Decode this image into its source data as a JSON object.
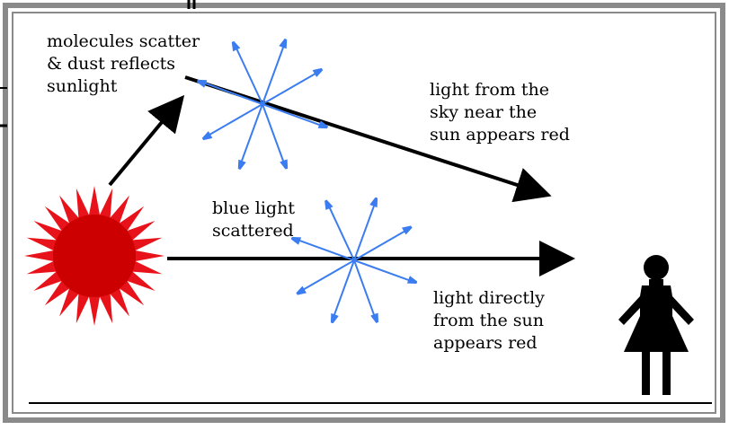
{
  "labels": {
    "molecules": "molecules scatter\n& dust reflects\nsunlight",
    "sky_light": "light from the\nsky near the\nsun appears red",
    "blue_scattered": "blue light\nscattered",
    "direct_light": "light directly\nfrom the sun\nappears red"
  },
  "colors": {
    "sun_outer": "#e8131a",
    "sun_inner": "#cc0000",
    "scatter_arrows": "#3b7df0",
    "main_arrows": "#000000",
    "frame": "#8a8a8a",
    "background": "#ffffff"
  },
  "icons": {
    "sun": "sun-icon",
    "person": "person-icon"
  }
}
